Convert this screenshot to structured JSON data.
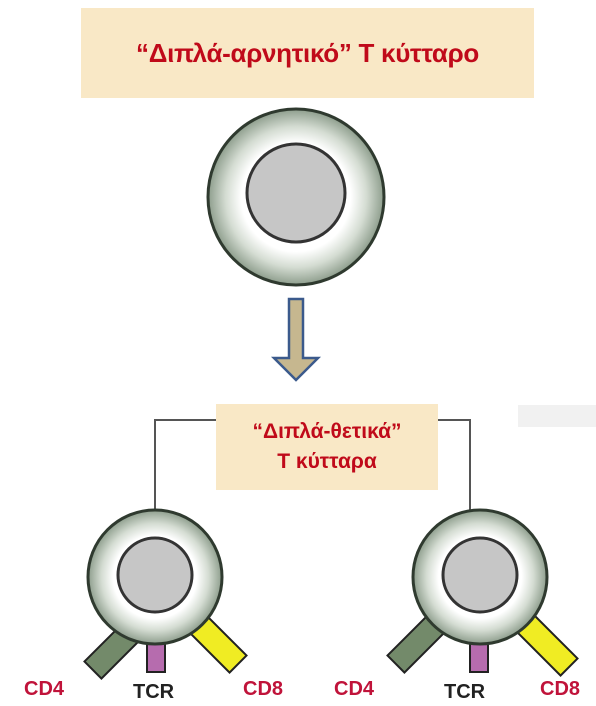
{
  "title": "“Διπλά-αρνητικό” Τ κύτταρο",
  "subtitle_lines": [
    "“Διπλά-θετικά”",
    "Τ κύτταρα"
  ],
  "cells": [
    {
      "labels": {
        "left": "CD4",
        "center": "TCR",
        "right": "CD8"
      }
    },
    {
      "labels": {
        "left": "CD4",
        "center": "TCR",
        "right": "CD8"
      }
    }
  ],
  "colors": {
    "title_box": "#f9e8c6",
    "title_text": "#c00a1a",
    "cell_outer_ring": "#2f3a2f",
    "cell_body": "#9cab9c",
    "nucleus": "#c4c4c4",
    "arrow_fill": "#c6b78f",
    "arrow_stroke": "#3b5a8c",
    "cd4_receptor": "#738a6a",
    "tcr_receptor": "#b66cae",
    "cd8_receptor": "#f0ec23"
  }
}
